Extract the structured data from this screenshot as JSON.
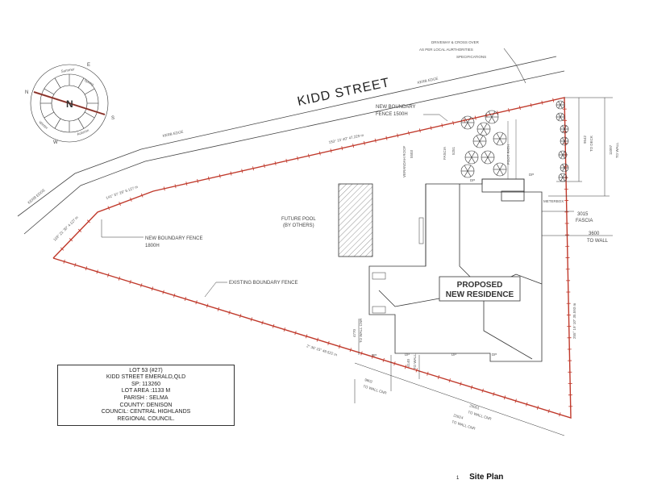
{
  "street": {
    "name": "KIDD STREET",
    "kerb_edge": "KERB EDGE",
    "driveway_note": [
      "DRIVEWAY & CROSS OVER",
      "AS PER LOCAL AURTHORITIES",
      "SPECIFICATIONS"
    ]
  },
  "bearings": {
    "front": "153° 13' 40\"  47.229 m",
    "front_2": "141° 37' 29\"  6.127 m",
    "left": "118° 21' 30\"  4.127 m",
    "right": "255° 19' 10\"  35.593 m",
    "rear": "2° 36' 15\"  49.522 m"
  },
  "labels": {
    "new_fence_1500": [
      "NEW BOUNDARY",
      "FENCE 1500H"
    ],
    "new_fence_1800": [
      "NEW BOUNDARY FENCE",
      "1800H"
    ],
    "existing_fence": "EXISTING BOUNDARY FENCE",
    "future_pool": [
      "FUTURE POOL",
      "(BY OTHERS)"
    ],
    "proposed": [
      "PROPOSED",
      "NEW RESIDENCE"
    ],
    "verandah_roof": "VERANDAH ROOF",
    "fascia": "FASCIA",
    "footpath": "FOOT PATH",
    "meterbox": "METERBOX",
    "dp": "DP"
  },
  "dimensions": {
    "d9542": "9542",
    "to_deck": "TO DECK",
    "d11097": "11097",
    "to_wall": "TO WALL",
    "d3015": "3015",
    "fascia": "FASCIA",
    "d3600": "3600",
    "to_wall_2": "TO WALL",
    "d5503": "5503",
    "d5251": "5251",
    "d4770": "4770",
    "to_wall_cnr": "TO WALL CNR",
    "d9802": "9802",
    "d4140": "4140",
    "to_wall_3": "TO WALL",
    "d20001": "20001",
    "d22624": "22624"
  },
  "lot_info": {
    "lines": [
      "LOT 53 (#27)",
      "KIDD STREET EMERALD,QLD",
      "SP: 113260",
      "LOT AREA :1133  m",
      "PARISH : SELMA",
      "COUNTY: DENISON",
      "COUNCIL: CENTRAL HIGHLANDS",
      "REGIONAL COUNCIL."
    ]
  },
  "compass": {
    "n": "N",
    "s": "S",
    "w": "W",
    "e": "E",
    "center": "N",
    "seasons": [
      "Summer",
      "Spring",
      "Winter",
      "Autumn"
    ]
  },
  "footer": {
    "number": "1",
    "title": "Site Plan"
  },
  "colors": {
    "boundary": "#c0392b",
    "linework": "#333333",
    "compass_red": "#b03a2e"
  }
}
